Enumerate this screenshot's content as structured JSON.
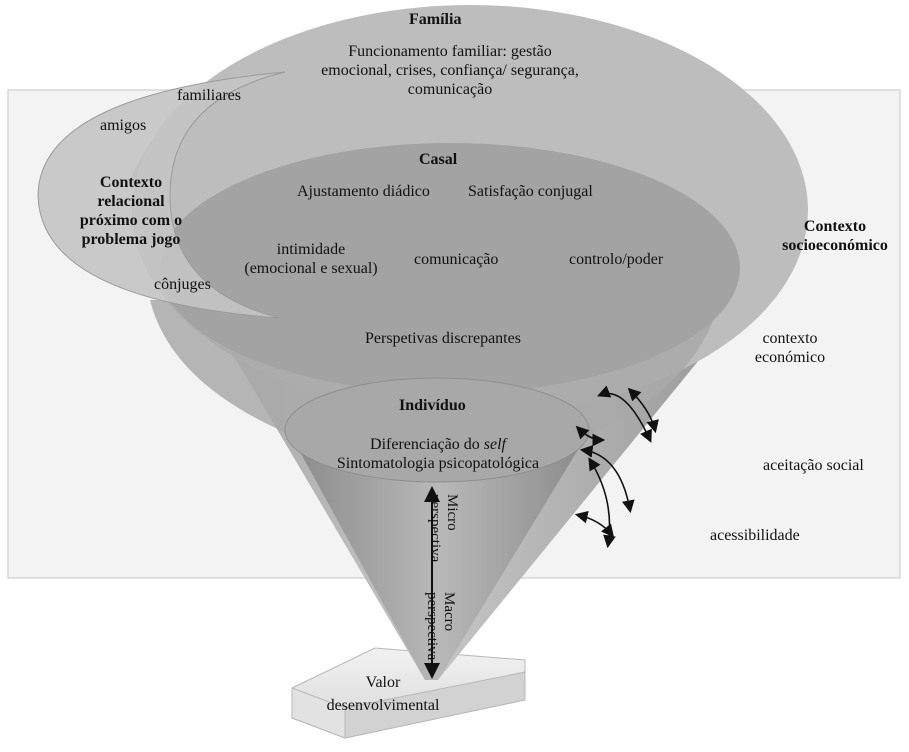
{
  "family": {
    "title": "Família",
    "text_line1": "Funcionamento familiar: gestão",
    "text_line2": "emocional, crises, confiança/ segurança,",
    "text_line3": "comunicação"
  },
  "relational": {
    "familiares": "familiares",
    "amigos": "amigos",
    "title_line1": "Contexto",
    "title_line2": "relacional",
    "title_line3": "próximo com o",
    "title_line4": "problema jogo",
    "conjuges": "cônjuges"
  },
  "couple": {
    "title": "Casal",
    "ajustamento": "Ajustamento diádico",
    "satisfacao": "Satisfação conjugal",
    "intimidade_line1": "intimidade",
    "intimidade_line2": "(emocional e sexual)",
    "comunicacao": "comunicação",
    "controlo": "controlo/poder",
    "perspetivas": "Perspetivas discrepantes"
  },
  "individual": {
    "title": "Indivíduo",
    "diferenciacao_prefix": "Diferenciação do ",
    "diferenciacao_self": "self",
    "sintomatologia": "Sintomatologia psicopatológica"
  },
  "axis": {
    "micro_line1": "Micro",
    "micro_line2": "perspectiva",
    "macro_line1": "Macro",
    "macro_line2": "perspectiva"
  },
  "base": {
    "line1": "Valor",
    "line2": "desenvolvimental"
  },
  "socioeconomic": {
    "title_line1": "Contexto",
    "title_line2": "socioeconómico",
    "economico_line1": "contexto",
    "economico_line2": "económico",
    "aceitacao": "aceitação social",
    "acessibilidade": "acessibilidade"
  }
}
